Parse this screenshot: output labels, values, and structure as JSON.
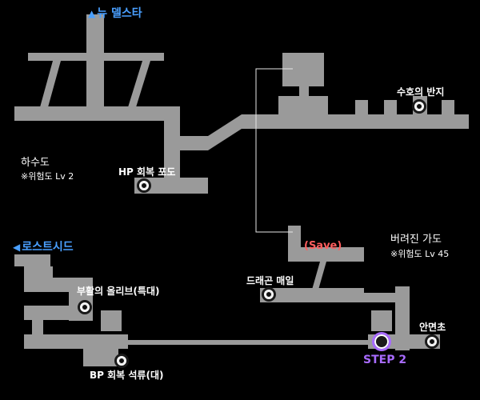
{
  "areas": {
    "new_delsta": "뉴 델스타",
    "lost_seed": "로스트시드",
    "sewer_name": "하수도",
    "sewer_danger": "※위험도 Lv 2",
    "abandoned_street_name": "버려진 가도",
    "abandoned_street_danger": "※위험도 Lv 45"
  },
  "items": {
    "guardian_ring": "수호의 반지",
    "hp_grape": "HP 회복 포도",
    "revive_olive": "부활의 올리브(특대)",
    "dragon_tail": "드래곤 매일",
    "bp_pomegranate": "BP 회복 석류(대)",
    "eye_drops": "안면초"
  },
  "save": "(Save)",
  "step": "STEP 2",
  "colors": {
    "background": "#000000",
    "corridor": "#9a9a9a",
    "link": "#4aa0ff",
    "save": "#ff5d5d",
    "step": "#a86bff"
  },
  "icons": {
    "link_arrow_up": "triangle-up-icon",
    "link_arrow_left": "triangle-left-icon",
    "item_marker": "item-circle-icon"
  }
}
